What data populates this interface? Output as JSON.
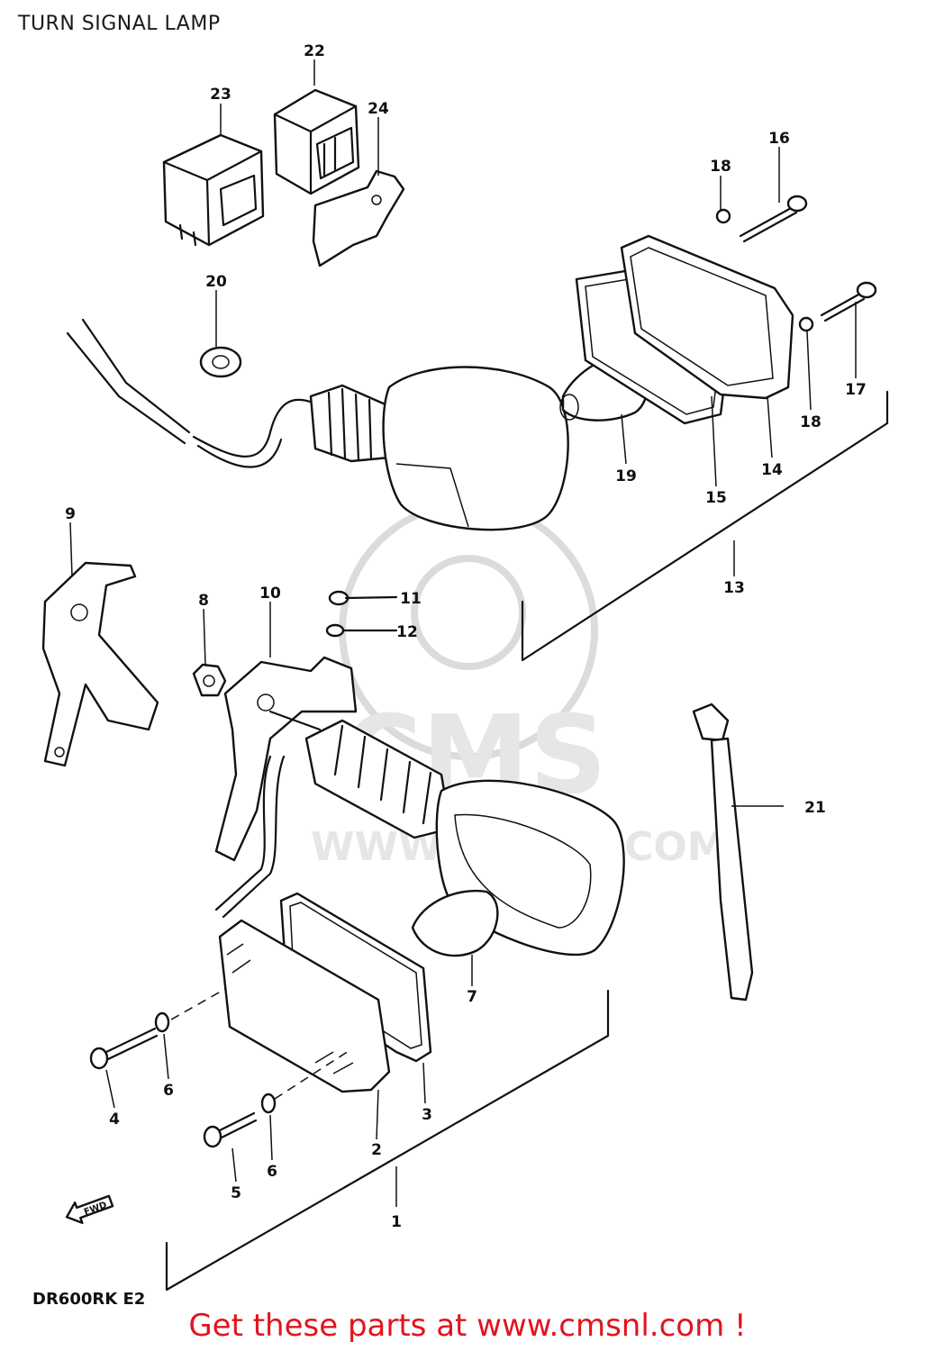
{
  "title": "TURN SIGNAL LAMP",
  "model_code": "DR600RK E2",
  "fwd_label": "FWD",
  "footer_link": "Get these parts at www.cmsnl.com !",
  "watermark": {
    "brand": "CMS",
    "url": "WWW.CMSNL.COM"
  },
  "part_numbers": [
    "1",
    "2",
    "3",
    "4",
    "5",
    "6",
    "6",
    "7",
    "8",
    "9",
    "10",
    "11",
    "12",
    "13",
    "14",
    "15",
    "16",
    "17",
    "18",
    "18",
    "19",
    "20",
    "21",
    "22",
    "23",
    "24"
  ],
  "colors": {
    "footer_text": "#e1141e",
    "line_art": "#111111",
    "watermark": "#d8d8d8"
  }
}
